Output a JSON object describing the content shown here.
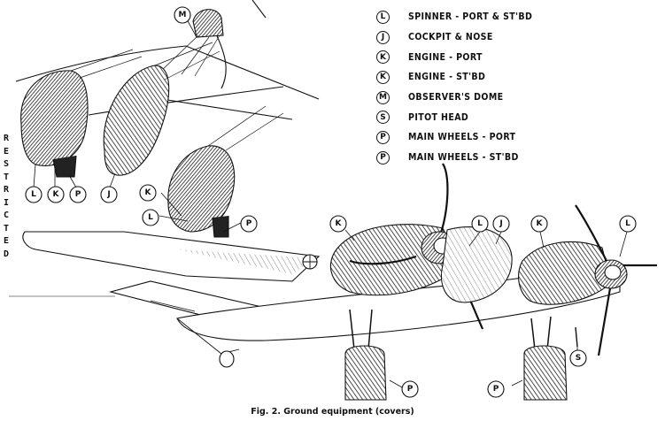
{
  "side_label": "RESTRICTED",
  "legend": [
    {
      "key": "L",
      "text": "SPINNER - PORT & ST'BD"
    },
    {
      "key": "J",
      "text": "COCKPIT & NOSE"
    },
    {
      "key": "K",
      "text": "ENGINE - PORT"
    },
    {
      "key": "K",
      "text": "ENGINE - ST'BD"
    },
    {
      "key": "M",
      "text": "OBSERVER'S DOME"
    },
    {
      "key": "S",
      "text": "PITOT HEAD"
    },
    {
      "key": "P",
      "text": "MAIN WHEELS - PORT"
    },
    {
      "key": "P",
      "text": "MAIN WHEELS - ST'BD"
    }
  ],
  "callouts": {
    "m_top": "M",
    "l_upper": "L",
    "k_upper": "K",
    "p_upper": "P",
    "j_upper": "J",
    "k_mid": "K",
    "l_mid": "L",
    "p_mid": "P",
    "k_port": "K",
    "l_port": "L",
    "j_nose": "J",
    "k_stbd": "K",
    "l_stbd": "L",
    "s_pitot": "S",
    "p_port_wheel": "P",
    "p_stbd_wheel": "P"
  },
  "caption": "Fig. 2. Ground equipment (covers)"
}
